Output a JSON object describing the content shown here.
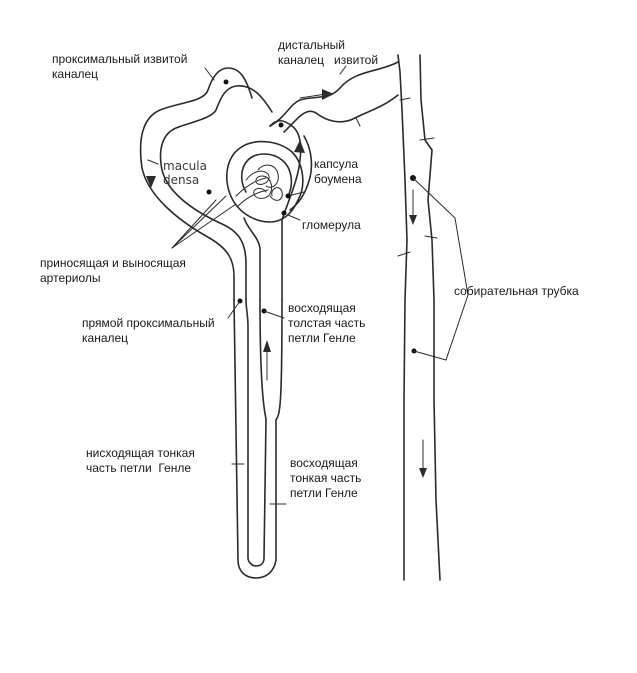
{
  "labels": {
    "proximal_convoluted": "проксимальный извитой\nканалец",
    "distal_convoluted": "дистальный\nканалец   извитой",
    "macula_densa": "macula\ndensa",
    "bowman_capsule": "капсула\nбоумена",
    "glomerulus": "гломерула",
    "arterioles": "приносящая и выносящая\nартериолы",
    "collecting_duct": "собирательная трубка",
    "proximal_straight": "прямой проксимальный\nканалец",
    "thick_ascending": "восходящая\nтолстая часть\nпетли Генле",
    "thin_descending": "нисходящая тонкая\nчасть петли  Генле",
    "thin_ascending": "восходящая\nтонкая часть\nпетли Генле"
  }
}
